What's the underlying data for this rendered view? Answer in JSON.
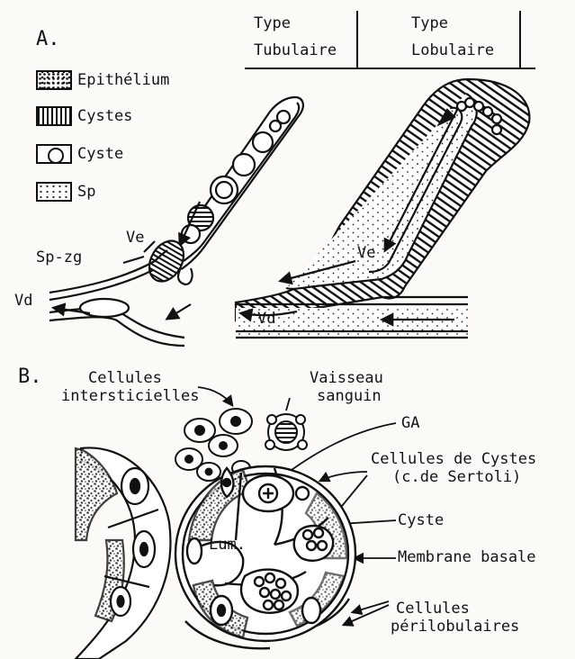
{
  "panel_a": {
    "letter": "A.",
    "header_left_line1": "Type",
    "header_left_line2": "Tubulaire",
    "header_right_line1": "Type",
    "header_right_line2": "Lobulaire",
    "legend": [
      {
        "label": "Epithélium",
        "icon": "stippled-box"
      },
      {
        "label": "Cystes",
        "icon": "striped-box"
      },
      {
        "label": "Cyste",
        "icon": "ring-box"
      },
      {
        "label": "Sp",
        "icon": "dotted-box"
      }
    ],
    "labels": {
      "ve_left": "Ve",
      "sp_zg": "Sp-zg",
      "vd_left": "Vd",
      "ve_right": "Ve",
      "vd_right": "Vd"
    }
  },
  "panel_b": {
    "letter": "B.",
    "interstitial_line1": "Cellules",
    "interstitial_line2": "intersticielles",
    "vessel_line1": "Vaisseau",
    "vessel_line2": "sanguin",
    "ga": "GA",
    "cyst_cells_line1": "Cellules de Cystes",
    "cyst_cells_line2": "(c.de Sertoli)",
    "cyste": "Cyste",
    "membrane": "Membrane basale",
    "lumen": "Lum.",
    "perilobular_line1": "Cellules",
    "perilobular_line2": "périlobulaires"
  }
}
